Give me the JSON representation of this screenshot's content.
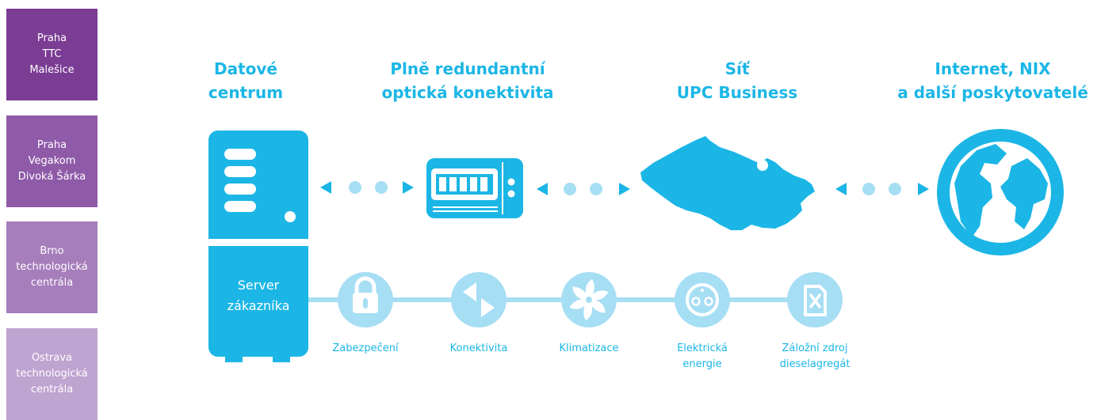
{
  "locations": [
    {
      "label": "Praha\nTTC\nMalešice",
      "color": "#7b3c94"
    },
    {
      "label": "Praha\nVegakom\nDivoká Šárka",
      "color": "#8f5aa8"
    },
    {
      "label": "Brno\ntechnologická\ncentrála",
      "color": "#a57ebb"
    },
    {
      "label": "Ostrava\ntechnologická\ncentrála",
      "color": "#bfa3d0"
    }
  ],
  "titles": {
    "datacenter": "Datové\ncentrum",
    "optical": "Plně redundantní\noptická konektivita",
    "network": "Síť\nUPC Business",
    "internet": "Internet, NIX\na další poskytovatelé"
  },
  "server": {
    "label_line1": "Server",
    "label_line2": "zákazníka"
  },
  "services": [
    {
      "label": "Zabezpečení",
      "icon": "lock-icon"
    },
    {
      "label": "Konektivita",
      "icon": "connectivity-icon"
    },
    {
      "label": "Klimatizace",
      "icon": "fan-icon"
    },
    {
      "label": "Elektrická\nenergie",
      "icon": "power-socket-icon"
    },
    {
      "label": "Záložní zdroj\ndieselagregát",
      "icon": "fuel-canister-icon"
    }
  ],
  "colors": {
    "accent": "#1bb6e6",
    "light": "#a6def4"
  }
}
